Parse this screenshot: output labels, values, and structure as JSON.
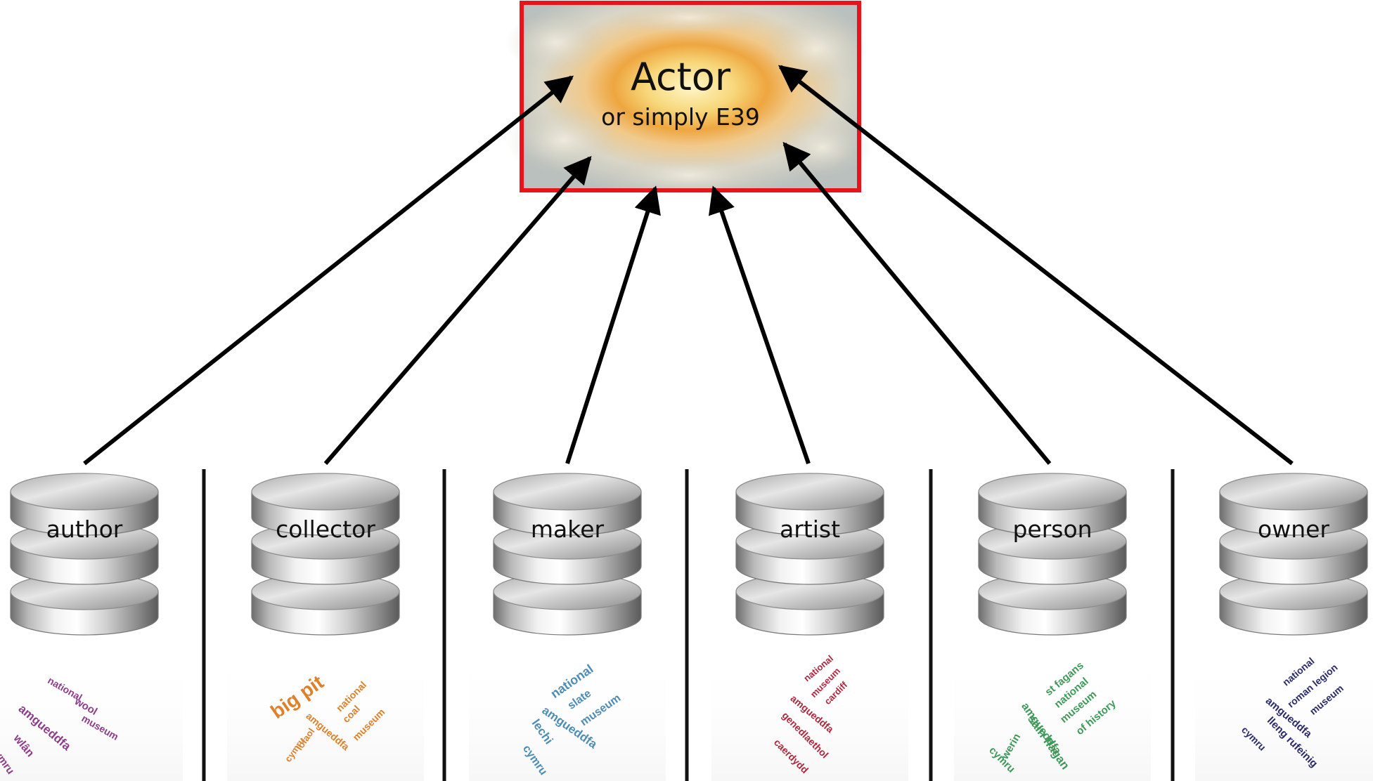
{
  "actor": {
    "title": "Actor",
    "subtitle": "or simply E39",
    "border_color": "#e8141b"
  },
  "databases": [
    {
      "label": "author",
      "color": "#8e3d8a",
      "words": [
        {
          "text": "national",
          "weight": "normal"
        },
        {
          "text": "wool",
          "weight": "normal"
        },
        {
          "text": "museum",
          "weight": "normal"
        },
        {
          "text": "amgueddfa",
          "weight": "bold"
        },
        {
          "text": "wlân",
          "weight": "bold"
        },
        {
          "text": "cymru",
          "weight": "bold"
        }
      ]
    },
    {
      "label": "collector",
      "color": "#e0802a",
      "words": [
        {
          "text": "big pit",
          "weight": "bold"
        },
        {
          "text": "national",
          "weight": "normal"
        },
        {
          "text": "coal",
          "weight": "normal"
        },
        {
          "text": "museum",
          "weight": "normal"
        },
        {
          "text": "amgueddfa",
          "weight": "bold"
        },
        {
          "text": "lofaol",
          "weight": "bold"
        },
        {
          "text": "cymru",
          "weight": "bold"
        }
      ]
    },
    {
      "label": "maker",
      "color": "#4e8db5",
      "words": [
        {
          "text": "national",
          "weight": "normal"
        },
        {
          "text": "slate",
          "weight": "normal"
        },
        {
          "text": "museum",
          "weight": "normal"
        },
        {
          "text": "amgueddfa",
          "weight": "bold"
        },
        {
          "text": "lechi",
          "weight": "bold"
        },
        {
          "text": "cymru",
          "weight": "bold"
        }
      ]
    },
    {
      "label": "artist",
      "color": "#b0283e",
      "words": [
        {
          "text": "national",
          "weight": "normal"
        },
        {
          "text": "museum",
          "weight": "normal"
        },
        {
          "text": "cardiff",
          "weight": "normal"
        },
        {
          "text": "amgueddfa",
          "weight": "bold"
        },
        {
          "text": "genedlaethol",
          "weight": "bold"
        },
        {
          "text": "caerdydd",
          "weight": "bold"
        }
      ]
    },
    {
      "label": "person",
      "color": "#3f9a5a",
      "words": [
        {
          "text": "st fagans",
          "weight": "normal"
        },
        {
          "text": "national",
          "weight": "normal"
        },
        {
          "text": "museum",
          "weight": "normal"
        },
        {
          "text": "of history",
          "weight": "normal"
        },
        {
          "text": "amgueddfa",
          "weight": "bold"
        },
        {
          "text": "sain ffagan",
          "weight": "bold"
        },
        {
          "text": "werin",
          "weight": "bold"
        },
        {
          "text": "cymru",
          "weight": "bold"
        }
      ]
    },
    {
      "label": "owner",
      "color": "#2b2a6b",
      "words": [
        {
          "text": "national",
          "weight": "normal"
        },
        {
          "text": "roman legion",
          "weight": "normal"
        },
        {
          "text": "museum",
          "weight": "normal"
        },
        {
          "text": "amgueddfa",
          "weight": "bold"
        },
        {
          "text": "lleng rufeinig",
          "weight": "bold"
        },
        {
          "text": "cymru",
          "weight": "bold"
        }
      ]
    }
  ]
}
